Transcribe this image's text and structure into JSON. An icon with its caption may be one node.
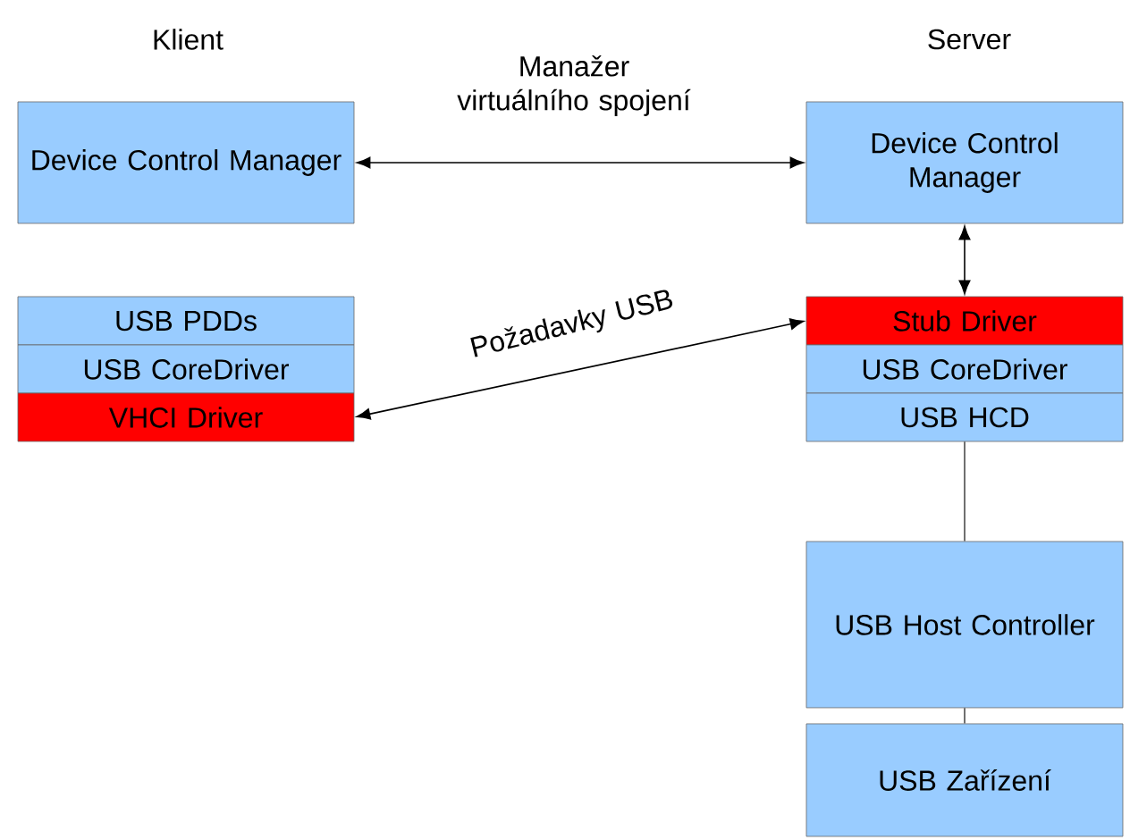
{
  "diagram": {
    "nodes": [
      {
        "text": [
          "Device Control Manager"
        ]
      },
      {
        "text": [
          "USB PDDs"
        ]
      },
      {
        "text": [
          "USB CoreDriver"
        ]
      },
      {
        "text": [
          "VHCI Driver"
        ]
      },
      {
        "text": [
          "Device Control Manager"
        ]
      },
      {
        "text": [
          "Stub Driver"
        ]
      },
      {
        "text": [
          "USB CoreDriver"
        ]
      },
      {
        "text": [
          "USB HCD"
        ]
      },
      {
        "text": [
          "USB Host Controller"
        ]
      },
      {
        "text": [
          "USB Zařízení"
        ]
      }
    ],
    "edges": [
      {
        "from": 0,
        "to": 4,
        "arrow": "both",
        "label": "Manažer virtuálního spojení"
      },
      {
        "from": 4,
        "to": 5,
        "arrow": "both"
      },
      {
        "from": 3,
        "to": 5,
        "arrow": "both",
        "label": "Požadavky USB"
      },
      {
        "from": 7,
        "to": 8,
        "arrow": "none"
      },
      {
        "from": 8,
        "to": 9,
        "arrow": "none"
      }
    ],
    "labels": [
      "Klient",
      "Server"
    ]
  }
}
